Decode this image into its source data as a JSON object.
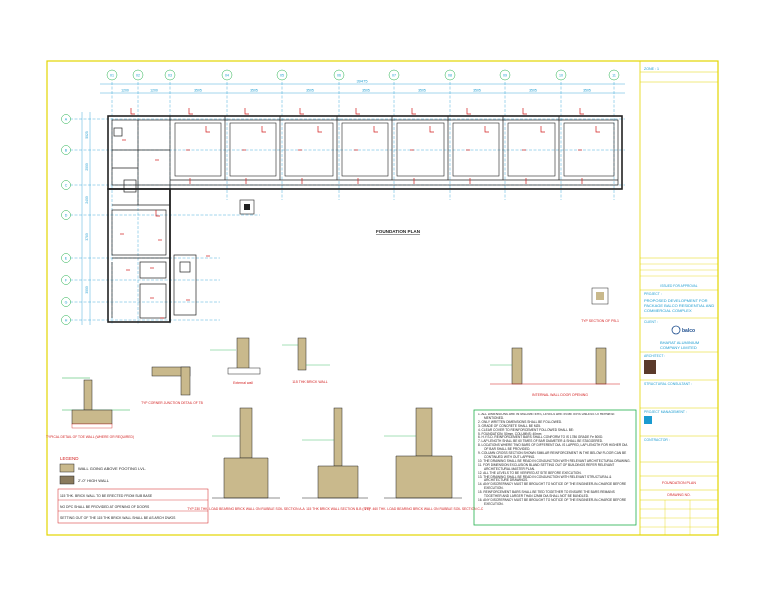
{
  "plan": {
    "title": "FOUNDATION PLAN",
    "total_dim": "39475",
    "grid_cols": [
      "01",
      "02",
      "03",
      "04",
      "05",
      "06",
      "07",
      "08",
      "09",
      "10",
      "11"
    ],
    "grid_rows": [
      "A",
      "B",
      "C",
      "D",
      "E",
      "F",
      "G",
      "H"
    ],
    "bay_dims": [
      "1200",
      "1200",
      "3505",
      "3505",
      "3505",
      "3505",
      "3505",
      "3505",
      "3505",
      "3505"
    ],
    "side_dims": [
      "5025",
      "2000",
      "2400",
      "3780",
      "3000"
    ]
  },
  "details": {
    "toe_wall": "TYPICAL DETAIL OF TOE WALL (WHERE OR REQUIRED)",
    "corner_junction": "TYP CORNER JUNCTION DETAIL OF TB",
    "external_wall": "External wall",
    "brick_wall_115": "115 THK BRICK WALL",
    "internal_wall": "INTERNAL WALL DOOR OPENING",
    "typ_section_pb": "TYP SECTION OF PB-1",
    "section_a": "TYP 230 THK. LOAD BEARING BRICK WALL ON RUBBLE SOIL SECTION A-A",
    "section_b": "115 THK BRICK WALL SECTION B-B (S/S)",
    "section_c": "TYP. 460 THK. LOAD BEARING BRICK WALL ON RUBBLE SOIL SECTION C-C"
  },
  "legend": {
    "title": "LEGEND",
    "items": [
      {
        "label": "WALL GOING ABOVE FOOTING LVL.",
        "color": "#c9b98c"
      },
      {
        "label": "2'-0\" HIGH WALL",
        "color": "#8a7a5c"
      }
    ],
    "notes": [
      "115 THK. BRICK WALL TO BE ERECTED FROM SUB BASE",
      "NO DPC SHALL BE PROVIDED AT OPENING OF DOORS",
      "SETTING OUT OF THE 115 THK BRICK WALL SHALL BE AS ARCH DWGS"
    ]
  },
  "general_notes": [
    "ALL DIMENSIONS ARE IN MILLIMETERS, LEVELS ARE IN METERS UNLESS OTHERWISE MENTIONED.",
    "ONLY WRITTEN DIMENSIONS SHALL BE FOLLOWED.",
    "GRADE OF CONCRETE SHALL BE M25.",
    "CLEAR COVER TO REINFORCEMENT FOLLOWED SHALL BE:",
    "FOUNDATION: 50mm, COLUMNS: 40mm",
    "H.Y.S.D. REINFORCEMENT BARS SHALL CONFORM TO IS 1786 GRADE Fe 500D.",
    "LAP LENGTH SHALL BE 60 TIMES OF BAR DIAMETER & SHALL BE STAGGERED.",
    "LOCATIONS WHERE TWO BARS OF DIFFERENT DIA. IS LAPPED, LAP LENGTH FOR HIGHER DIA OF BAR SHALL BE PROVIDED.",
    "COLUMN CROSS SECTION SHOWN SIMILAR REINFORCEMENT IN THE BELOW FLOOR CAN BE CONTINUED WITH OUT LAPPING.",
    "THE DRAWING SHALL BE READ IN CONJUNCTION WITH RELEVANT ARCHITECTURAL DRAWING.",
    "FOR DIMENSION EXCLUSION BLAND SETTING OUT OF BUILDINGS REFER RELEVANT ARCHITECTURAL MASTER PLAN.",
    "ALL THE LEVELS TO BE VERIFIED AT SITE BEFORE EXECUTION.",
    "THE DRAWING SHALL BE READ IN CONJUNCTION WITH RELEVANT STRUCTURAL & ARCHITECTURE DRAWINGS.",
    "ANY DISCREPANCY MUST BE BROUGHT TO NOTICE OF THE ENGINEER-IN-CHARGE BEFORE EXECUTION.",
    "REINFORCEMENT BARS SHALL BE TIED TOGETHER TO ENSURE THE BARS REMAINS TOGETHER AND LARGER THAN 12MM DIA SHALL NOT BE BUNDLED.",
    "ANY DISCREPANCY MUST BE BROUGHT TO NOTICE OF THE ENGINEER-IN-CHARGE BEFORE EXECUTION."
  ],
  "title_block": {
    "zone": "ZONE : 1",
    "revision_rows": [
      "",
      "",
      ""
    ],
    "issued_for": "ISSUED FOR APPROVAL",
    "project_label": "PROJECT :",
    "project_name": "PROPOSED DEVELOPMENT FOR PACKAGE BALCO RESIDENTIAL AND COMMERCIAL COMPLEX",
    "client_label": "CLIENT :",
    "client_logo": "balco",
    "client_name": "BHARAT ALUMINIUM COMPANY LIMITED",
    "architect_label": "ARCHITECT :",
    "consultant_label": "STRUCTURAL CONSULTANT :",
    "pmc_label": "PROJECT MANAGEMENT :",
    "contractor_label": "CONTRACTOR :",
    "drawing_title": "FOUNDATION PLAN",
    "drawing_no_label": "DRAWING NO."
  },
  "colors": {
    "frame": "#e3d600",
    "grid": "#1a9bd0",
    "wall": "#222222",
    "mark": "#d21c1c",
    "note_border": "#22b04b",
    "fill": "#c9b98c"
  }
}
